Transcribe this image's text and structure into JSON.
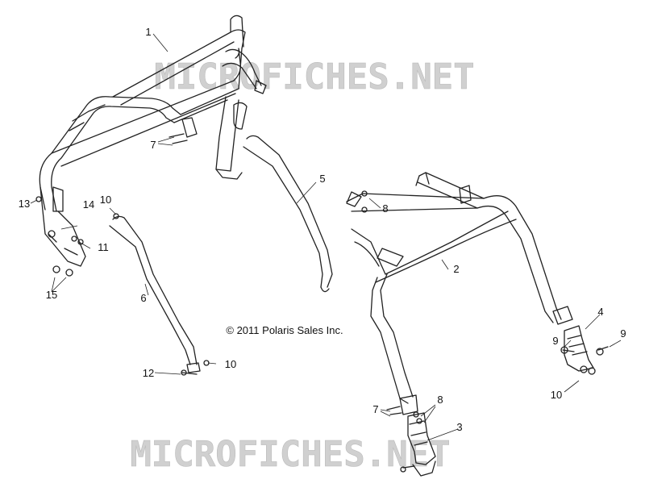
{
  "copyright": "© 2011 Polaris Sales Inc.",
  "watermark": "MICROFICHES.NET",
  "callouts": [
    "1",
    "2",
    "3",
    "4",
    "5",
    "6",
    "7",
    "7",
    "8",
    "8",
    "9",
    "9",
    "10",
    "10",
    "10",
    "11",
    "12",
    "13",
    "14",
    "15"
  ],
  "colors": {
    "line": "#222222",
    "label": "#111111",
    "watermark": "#d0d0d0"
  }
}
